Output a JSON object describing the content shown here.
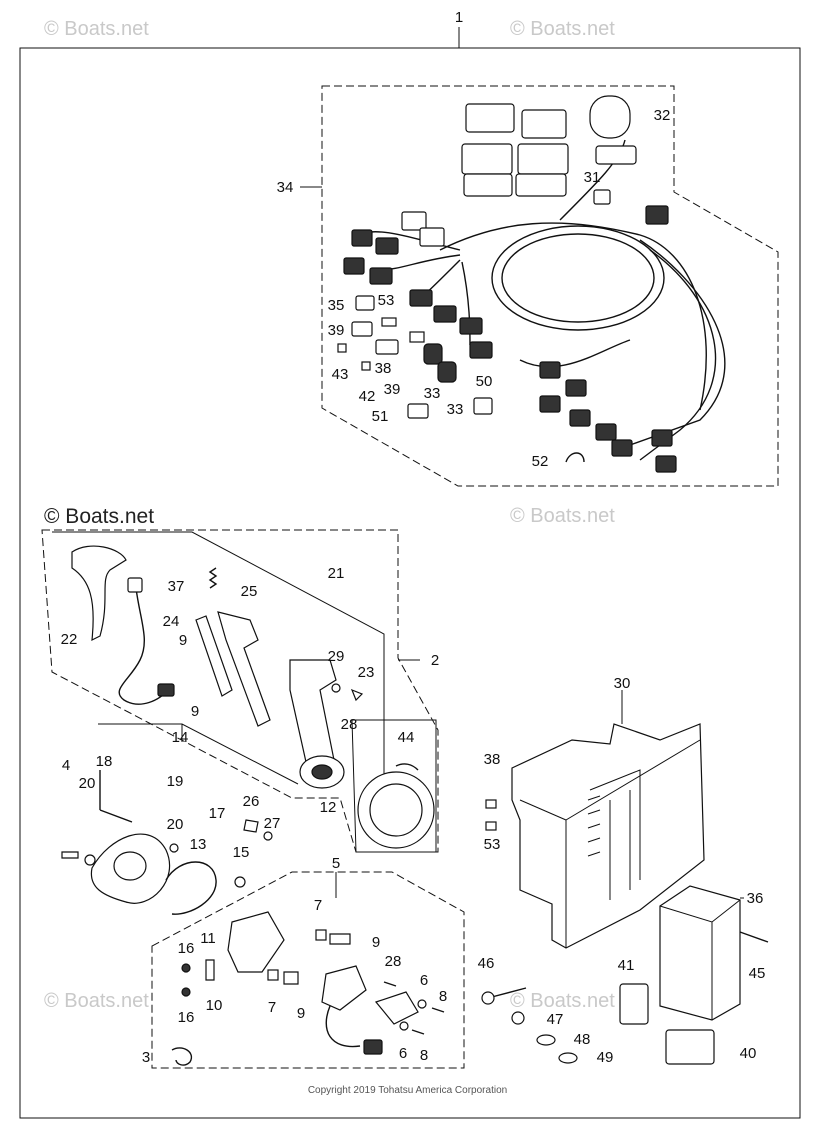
{
  "watermark": "© Boats.net",
  "copyright": "Copyright 2019 Tohatsu America Corporation",
  "callouts": [
    "1",
    "2",
    "3",
    "4",
    "5",
    "6",
    "7",
    "8",
    "9",
    "10",
    "11",
    "12",
    "13",
    "14",
    "15",
    "16",
    "17",
    "18",
    "19",
    "20",
    "21",
    "22",
    "23",
    "24",
    "25",
    "26",
    "27",
    "28",
    "29",
    "30",
    "31",
    "32",
    "33",
    "34",
    "35",
    "36",
    "37",
    "38",
    "39",
    "40",
    "41",
    "42",
    "43",
    "44",
    "45",
    "46",
    "47",
    "48",
    "49",
    "50",
    "51",
    "52",
    "53"
  ]
}
